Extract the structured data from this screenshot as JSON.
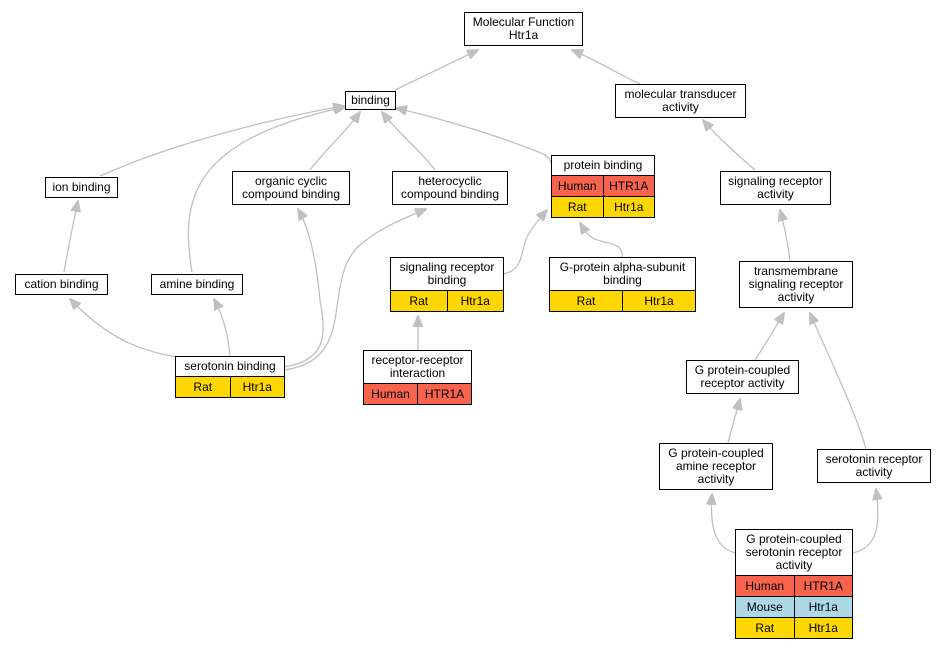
{
  "nodes": {
    "molecular_function": {
      "label": "Molecular Function\nHtr1a"
    },
    "binding": {
      "label": "binding"
    },
    "molecular_transducer": {
      "label": "molecular transducer\nactivity"
    },
    "ion_binding": {
      "label": "ion binding"
    },
    "organic_cyclic": {
      "label": "organic cyclic\ncompound binding"
    },
    "heterocyclic": {
      "label": "heterocyclic\ncompound binding"
    },
    "protein_binding": {
      "label": "protein binding",
      "annotations": [
        {
          "species": "Human",
          "gene": "HTR1A",
          "color": "#f7634c"
        },
        {
          "species": "Rat",
          "gene": "Htr1a",
          "color": "#ffd700"
        }
      ]
    },
    "signaling_receptor_activity": {
      "label": "signaling receptor\nactivity"
    },
    "cation_binding": {
      "label": "cation binding"
    },
    "amine_binding": {
      "label": "amine binding"
    },
    "signaling_receptor_binding": {
      "label": "signaling receptor\nbinding",
      "annotations": [
        {
          "species": "Rat",
          "gene": "Htr1a",
          "color": "#ffd700"
        }
      ]
    },
    "g_alpha_binding": {
      "label": "G-protein alpha-subunit\nbinding",
      "annotations": [
        {
          "species": "Rat",
          "gene": "Htr1a",
          "color": "#ffd700"
        }
      ]
    },
    "transmembrane": {
      "label": "transmembrane\nsignaling receptor\nactivity"
    },
    "serotonin_binding": {
      "label": "serotonin binding",
      "annotations": [
        {
          "species": "Rat",
          "gene": "Htr1a",
          "color": "#ffd700"
        }
      ]
    },
    "receptor_receptor": {
      "label": "receptor-receptor\ninteraction",
      "annotations": [
        {
          "species": "Human",
          "gene": "HTR1A",
          "color": "#f7634c"
        }
      ]
    },
    "gpcr_activity": {
      "label": "G protein-coupled\nreceptor activity"
    },
    "gpcr_amine": {
      "label": "G protein-coupled\namine receptor\nactivity"
    },
    "serotonin_receptor": {
      "label": "serotonin receptor\nactivity"
    },
    "gpcr_serotonin": {
      "label": "G protein-coupled\nserotonin receptor\nactivity",
      "annotations": [
        {
          "species": "Human",
          "gene": "HTR1A",
          "color": "#f7634c"
        },
        {
          "species": "Mouse",
          "gene": "Htr1a",
          "color": "#add8e6"
        },
        {
          "species": "Rat",
          "gene": "Htr1a",
          "color": "#ffd700"
        }
      ]
    }
  },
  "colors": {
    "edge": "#c0c0c0",
    "human": "#f7634c",
    "mouse": "#add8e6",
    "rat": "#ffd700"
  }
}
